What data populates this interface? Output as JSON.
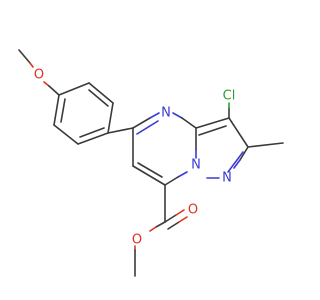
{
  "molecule": {
    "atoms": {
      "cl": "Cl",
      "n_ring_top": "N",
      "n_bridge": "N",
      "n_pyrazole": "N",
      "o_methoxy": "O",
      "o_carbonyl": "O",
      "o_ester": "O"
    },
    "colors": {
      "bond": "#3a3a3a",
      "nitrogen": "#3b3bd6",
      "oxygen": "#e03020",
      "chlorine": "#2fa02f"
    }
  }
}
